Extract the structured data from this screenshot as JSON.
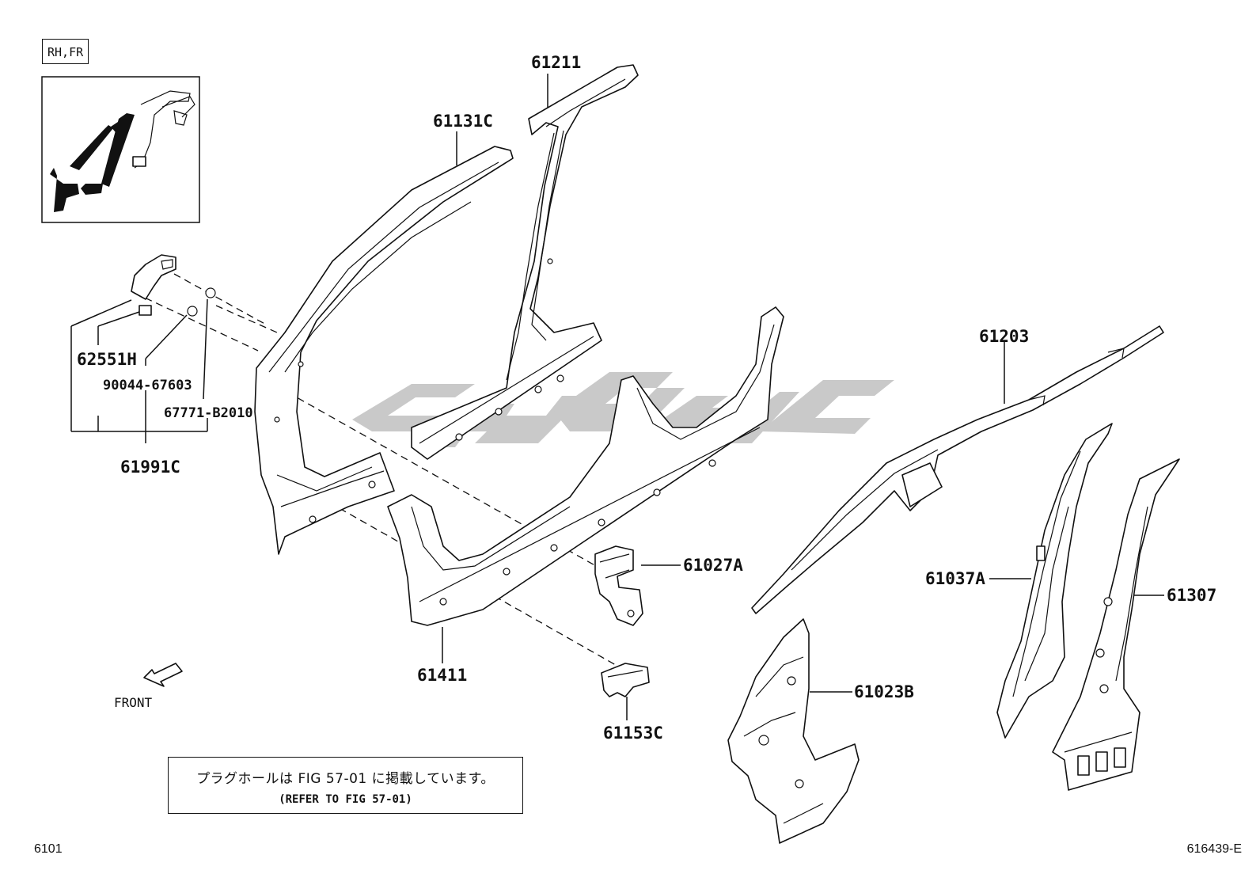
{
  "view_badge": "RH,FR",
  "parts": {
    "p61211": "61211",
    "p61131C": "61131C",
    "p62551H": "62551H",
    "p90044": "90044-67603",
    "p67771": "67771-B2010",
    "p61991C": "61991C",
    "p61027A": "61027A",
    "p61411": "61411",
    "p61153C": "61153C",
    "p61203": "61203",
    "p61037A": "61037A",
    "p61307": "61307",
    "p61023B": "61023B"
  },
  "front_label": "FRONT",
  "note": {
    "jp": "プラグホールは FIG 57-01 に掲載しています。",
    "en": "(REFER TO FIG 57-01)"
  },
  "figure_code": "6101",
  "diagram_code": "616439-E",
  "colors": {
    "line": "#111111",
    "watermark": "#c9c9c9",
    "background": "#ffffff"
  }
}
